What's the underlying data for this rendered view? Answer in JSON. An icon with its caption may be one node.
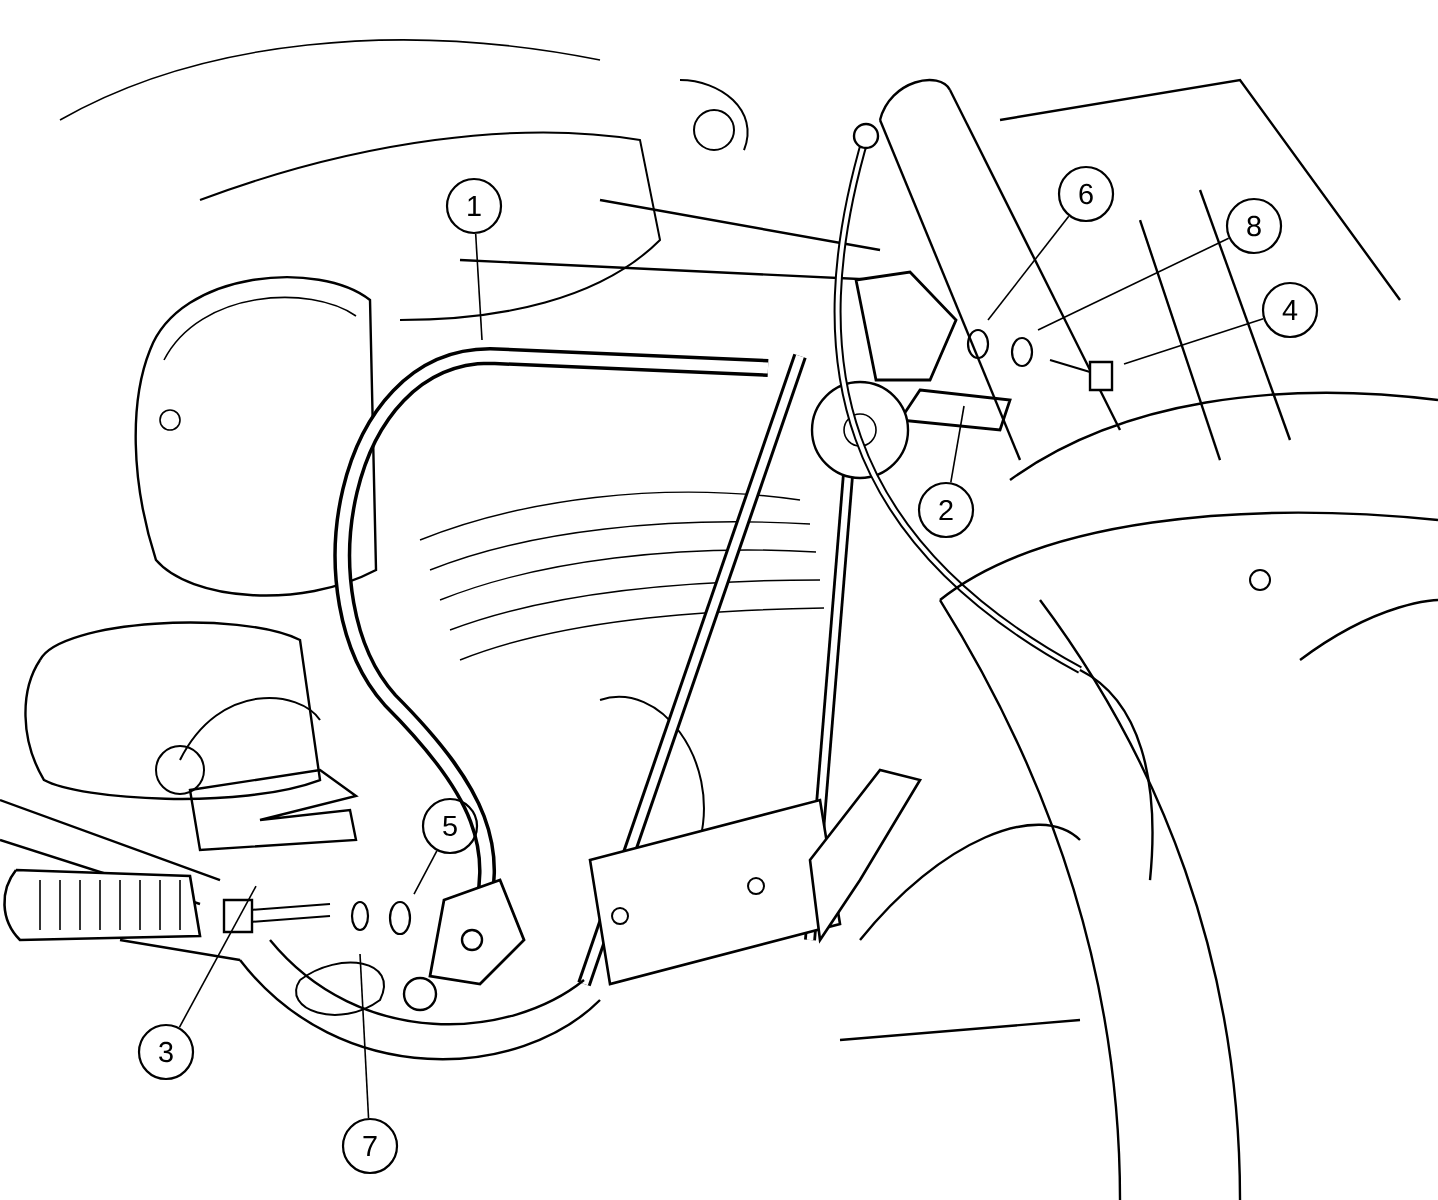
{
  "diagram": {
    "nodes": [
      {
        "text": [
          "6"
        ]
      },
      {
        "text": [
          "1"
        ]
      },
      {
        "text": [
          "8"
        ]
      },
      {
        "text": [
          "4"
        ]
      },
      {
        "text": [
          "2"
        ]
      },
      {
        "text": [
          "5"
        ]
      },
      {
        "text": [
          "3"
        ]
      },
      {
        "text": [
          "7"
        ]
      }
    ],
    "edges": [
      {
        "from": 0,
        "to": null,
        "arrow": "none"
      },
      {
        "from": 1,
        "to": null,
        "arrow": "none"
      },
      {
        "from": 2,
        "to": null,
        "arrow": "none"
      },
      {
        "from": 3,
        "to": null,
        "arrow": "none"
      },
      {
        "from": 4,
        "to": null,
        "arrow": "none"
      },
      {
        "from": 5,
        "to": null,
        "arrow": "none"
      },
      {
        "from": 6,
        "to": null,
        "arrow": "none"
      },
      {
        "from": 7,
        "to": null,
        "arrow": "none"
      }
    ]
  }
}
